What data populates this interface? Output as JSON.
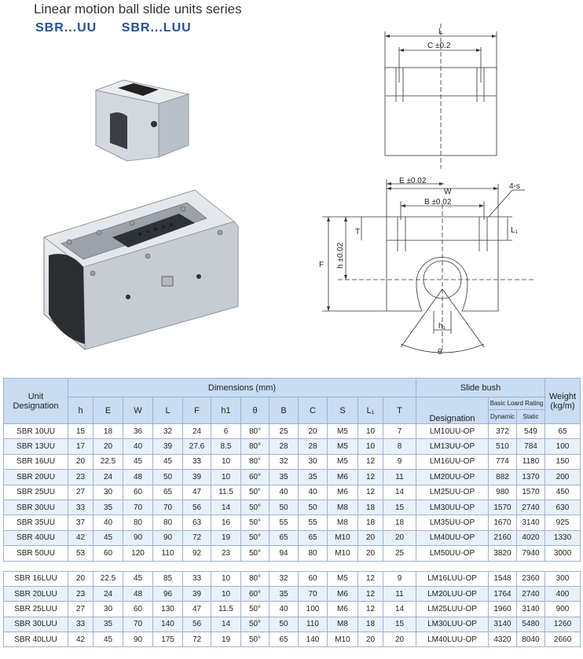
{
  "header": {
    "title": "Linear motion ball slide units series",
    "models": [
      "SBR...UU",
      "SBR...LUU"
    ]
  },
  "drawing": {
    "labels": {
      "L": "L",
      "C": "C ±0.2",
      "E": "E ±0.02",
      "W": "W",
      "B": "B ±0.02",
      "S": "4-s",
      "T": "T",
      "L1": "L₁",
      "F": "F",
      "h": "h ±0.02",
      "h1": "h₁",
      "theta": "θ"
    }
  },
  "table": {
    "unit_header": "Unit\nDesignation",
    "dimensions_header": "Dimensions (mm)",
    "slide_bush_header": "Slide bush",
    "basic_load_header": "Basic Loard Rating",
    "designation_header": "Designation",
    "dynamic_header": "Dynamic",
    "static_header": "Static",
    "weight_header": "Weight (kg/m)",
    "columns": [
      "h",
      "E",
      "W",
      "L",
      "F",
      "h1",
      "θ",
      "B",
      "C",
      "S",
      "L₁",
      "T"
    ],
    "rows_uu": [
      [
        "SBR 10UU",
        "15",
        "18",
        "36",
        "32",
        "24",
        "6",
        "80°",
        "25",
        "20",
        "M5",
        "10",
        "7",
        "LM10UU-OP",
        "372",
        "549",
        "65"
      ],
      [
        "SBR 13UU",
        "17",
        "20",
        "40",
        "39",
        "27.6",
        "8.5",
        "80°",
        "28",
        "28",
        "M5",
        "10",
        "8",
        "LM13UU-OP",
        "510",
        "784",
        "100"
      ],
      [
        "SBR 16UU",
        "20",
        "22.5",
        "45",
        "45",
        "33",
        "10",
        "80°",
        "32",
        "30",
        "M5",
        "12",
        "9",
        "LM16UU-OP",
        "774",
        "1180",
        "150"
      ],
      [
        "SBR 20UU",
        "23",
        "24",
        "48",
        "50",
        "39",
        "10",
        "60°",
        "35",
        "35",
        "M6",
        "12",
        "11",
        "LM20UU-OP",
        "882",
        "1370",
        "200"
      ],
      [
        "SBR 25UU",
        "27",
        "30",
        "60",
        "65",
        "47",
        "11.5",
        "50°",
        "40",
        "40",
        "M6",
        "12",
        "14",
        "LM25UU-OP",
        "980",
        "1570",
        "450"
      ],
      [
        "SBR 30UU",
        "33",
        "35",
        "70",
        "70",
        "56",
        "14",
        "50°",
        "50",
        "50",
        "M8",
        "18",
        "15",
        "LM30UU-OP",
        "1570",
        "2740",
        "630"
      ],
      [
        "SBR 35UU",
        "37",
        "40",
        "80",
        "80",
        "63",
        "16",
        "50°",
        "55",
        "55",
        "M8",
        "18",
        "18",
        "LM35UU-OP",
        "1670",
        "3140",
        "925"
      ],
      [
        "SBR 40UU",
        "42",
        "45",
        "90",
        "90",
        "72",
        "19",
        "50°",
        "65",
        "65",
        "M10",
        "20",
        "20",
        "LM40UU-OP",
        "2160",
        "4020",
        "1330"
      ],
      [
        "SBR 50UU",
        "53",
        "60",
        "120",
        "110",
        "92",
        "23",
        "50°",
        "94",
        "80",
        "M10",
        "20",
        "25",
        "LM50UU-OP",
        "3820",
        "7940",
        "3000"
      ]
    ],
    "rows_luu": [
      [
        "SBR 16LUU",
        "20",
        "22.5",
        "45",
        "85",
        "33",
        "10",
        "80°",
        "32",
        "60",
        "M5",
        "12",
        "9",
        "LM16LUU-OP",
        "1548",
        "2360",
        "300"
      ],
      [
        "SBR 20LUU",
        "23",
        "24",
        "48",
        "96",
        "39",
        "10",
        "60°",
        "35",
        "70",
        "M6",
        "12",
        "11",
        "LM20LUU-OP",
        "1764",
        "2740",
        "400"
      ],
      [
        "SBR 25LUU",
        "27",
        "30",
        "60",
        "130",
        "47",
        "11.5",
        "50°",
        "40",
        "100",
        "M6",
        "12",
        "14",
        "LM25LUU-OP",
        "1960",
        "3140",
        "900"
      ],
      [
        "SBR 30LUU",
        "33",
        "35",
        "70",
        "140",
        "56",
        "14",
        "50°",
        "50",
        "110",
        "M8",
        "18",
        "15",
        "LM30LUU-OP",
        "3140",
        "5480",
        "1260"
      ],
      [
        "SBR 40LUU",
        "42",
        "45",
        "90",
        "175",
        "72",
        "19",
        "50°",
        "65",
        "140",
        "M10",
        "20",
        "20",
        "LM40LUU-OP",
        "4320",
        "8040",
        "2660"
      ]
    ]
  }
}
